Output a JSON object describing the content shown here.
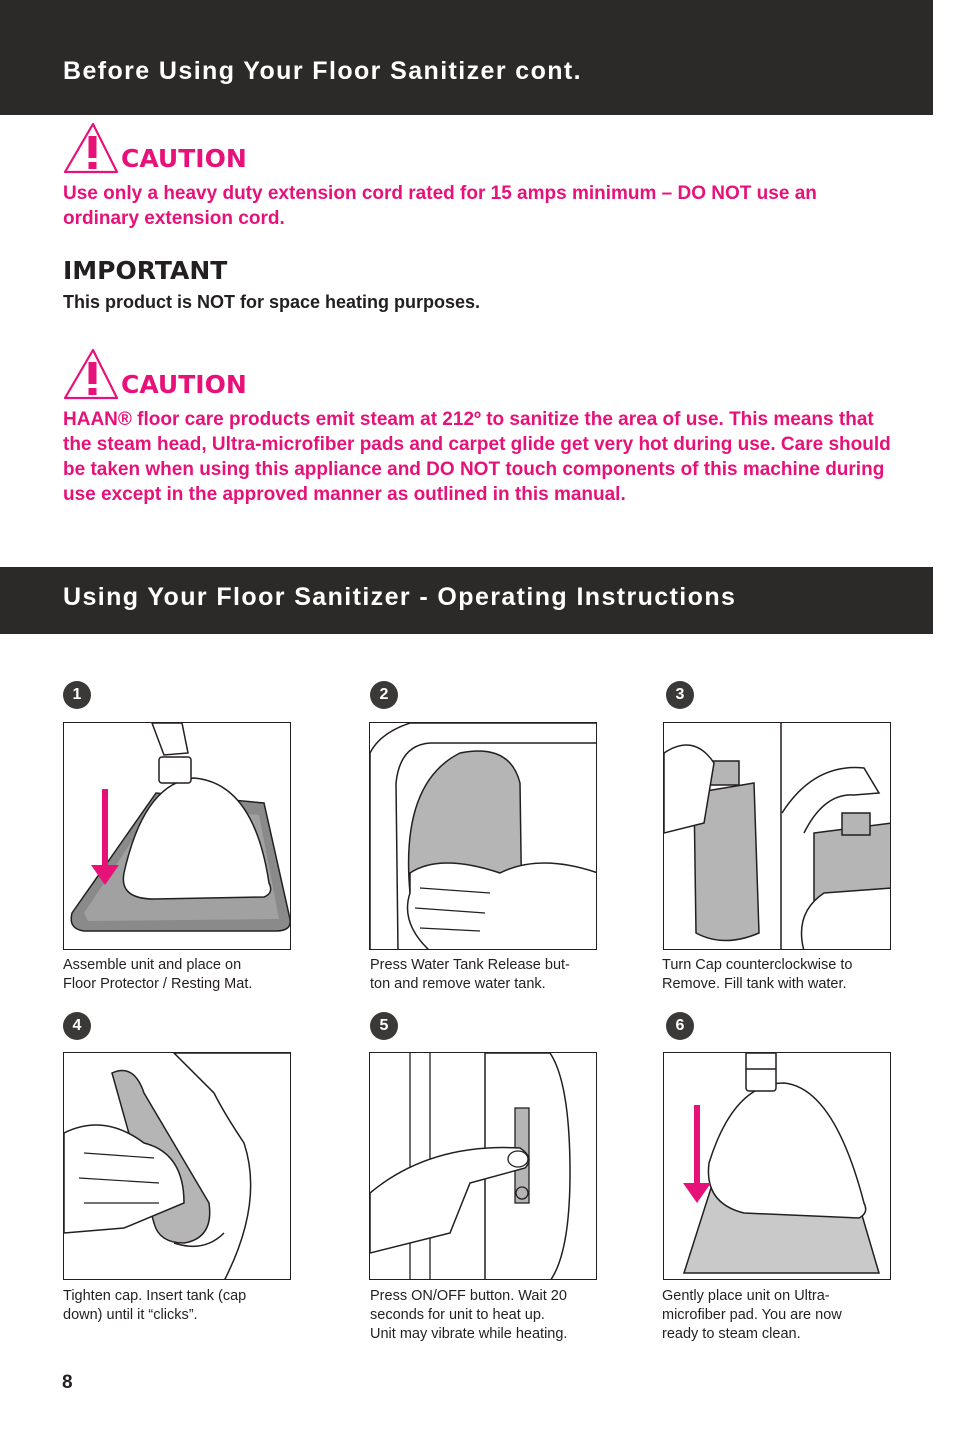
{
  "header": {
    "title": "Before Using Your Floor Sanitizer cont."
  },
  "caution1": {
    "label": "CAUTION",
    "text": "Use only a heavy duty extension cord rated for 15 amps minimum – DO NOT use an ordinary extension cord."
  },
  "important": {
    "label": "IMPORTANT",
    "text": "This product is NOT for space heating purposes."
  },
  "caution2": {
    "label": "CAUTION",
    "text": "HAAN® floor care products emit steam at 212º to sanitize the area of use.  This means that the steam head, Ultra-microfiber pads and carpet glide get very hot during use.  Care should be taken when using this appliance and DO NOT touch components of this machine during use except in the approved manner as outlined in this manual."
  },
  "section": {
    "title": "Using Your Floor Sanitizer - Operating Instructions"
  },
  "steps": [
    {
      "number": "1",
      "line1": "Assemble unit and place on",
      "line2": "Floor Protector / Resting Mat.",
      "line3": ""
    },
    {
      "number": "2",
      "line1": "Press Water Tank Release but-",
      "line2": "ton and remove water tank.",
      "line3": ""
    },
    {
      "number": "3",
      "line1": "Turn Cap counterclockwise to",
      "line2": "Remove. Fill tank with water.",
      "line3": ""
    },
    {
      "number": "4",
      "line1": "Tighten cap. Insert tank (cap",
      "line2": "down) until it “clicks”.",
      "line3": ""
    },
    {
      "number": "5",
      "line1": "Press ON/OFF button.  Wait 20",
      "line2": "seconds for unit to heat up.",
      "line3": "Unit may vibrate while heating."
    },
    {
      "number": "6",
      "line1": "Gently place unit on Ultra-",
      "line2": "microfiber pad.  You are now",
      "line3": "ready to steam clean."
    }
  ],
  "footer": {
    "page_number": "8"
  },
  "colors": {
    "accent": "#e6127a",
    "band": "#2b2a29"
  },
  "icons": [
    "warning-triangle-icon",
    "down-arrow-icon"
  ]
}
